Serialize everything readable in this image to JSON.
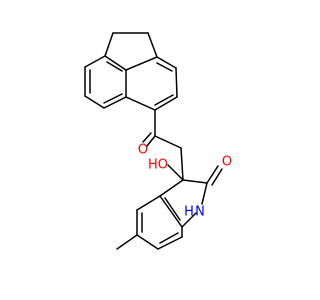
{
  "molecule": {
    "atom_labels": {
      "carbonyl_oxygen": "O",
      "hydroxyl": "HO",
      "lactam_oxygen": "O",
      "nitrogen_h": "H",
      "nitrogen": "N"
    },
    "colors": {
      "bond": "#000000",
      "oxygen": "#ff0000",
      "nitrogen": "#0000ff",
      "background": "#ffffff"
    }
  }
}
